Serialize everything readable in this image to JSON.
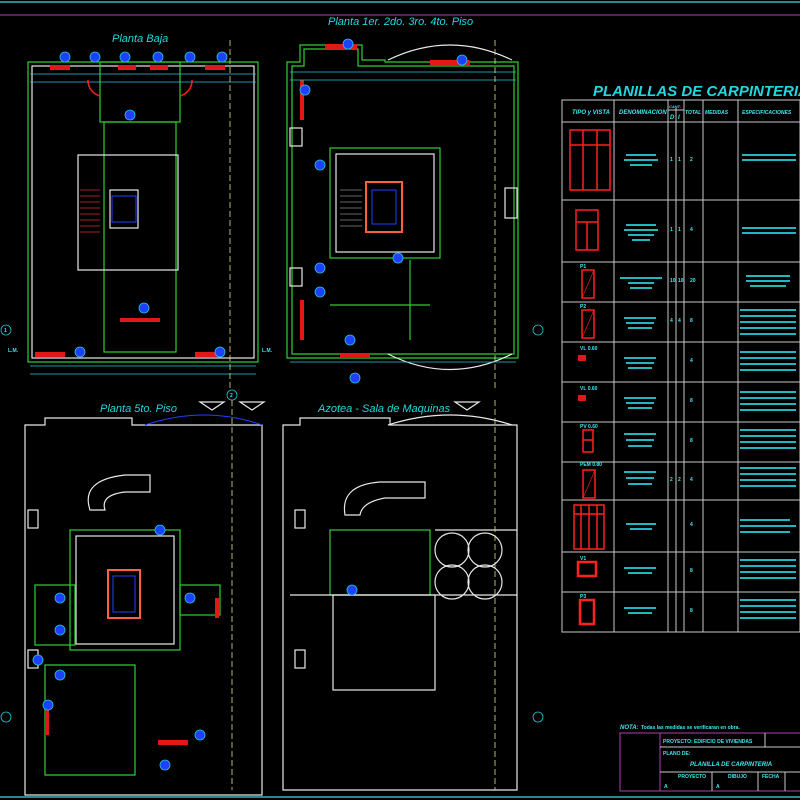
{
  "plans": {
    "planta_baja": "Planta Baja",
    "planta_pisos": "Planta 1er. 2do. 3ro. 4to. Piso",
    "planta_5to": "Planta 5to. Piso",
    "azotea": "Azotea - Sala de Maquinas"
  },
  "axis_markers": [
    "1",
    "2"
  ],
  "level_labels": [
    "L.M.",
    "L.M."
  ],
  "schedule": {
    "title": "PLANILLAS DE CARPINTERIA",
    "headers": {
      "tipo": "TIPO y VISTA",
      "denominacion": "DENOMINACION",
      "cantidad": "CANT.",
      "d": "D",
      "i": "I",
      "total": "TOTAL",
      "medidas": "MEDIDAS",
      "especificaciones": "ESPECIFICACIONES"
    },
    "rows": [
      {
        "tipo": "",
        "d": "1",
        "i": "1",
        "total": "2"
      },
      {
        "tipo": "",
        "d": "1",
        "i": "1",
        "total": "4"
      },
      {
        "tipo": "P1",
        "d": "10",
        "i": "10",
        "total": "20"
      },
      {
        "tipo": "P2",
        "d": "4",
        "i": "4",
        "total": "8"
      },
      {
        "tipo": "VL 0.60",
        "d": "",
        "i": "",
        "total": "4"
      },
      {
        "tipo": "VL 0.60",
        "d": "",
        "i": "",
        "total": "8"
      },
      {
        "tipo": "PV 0.60",
        "d": "",
        "i": "",
        "total": "8"
      },
      {
        "tipo": "PEM 0.80",
        "d": "2",
        "i": "2",
        "total": "4"
      },
      {
        "tipo": "",
        "d": "",
        "i": "",
        "total": "4"
      },
      {
        "tipo": "V1",
        "d": "",
        "i": "",
        "total": "8"
      },
      {
        "tipo": "P3",
        "d": "",
        "i": "",
        "total": "8"
      }
    ]
  },
  "note": {
    "label": "NOTA:",
    "text": "Todas las medidas se verificaran en obra."
  },
  "title_block": {
    "proyecto": "PROYECTO: EDIFICIO DE VIVIENDAS",
    "plano_label": "PLANO DE:",
    "plano": "PLANILLA DE CARPINTERIA",
    "col_proyecto": "PROYECTO",
    "col_dibujo": "DIBUJO",
    "col_fecha": "FECHA",
    "val_proyecto": "A",
    "val_dibujo": "A"
  },
  "colors": {
    "background": "#000000",
    "text": "#22d8e0",
    "walls": "#2fd02f",
    "openings": "#ff2020",
    "frame": "#b040b0"
  }
}
